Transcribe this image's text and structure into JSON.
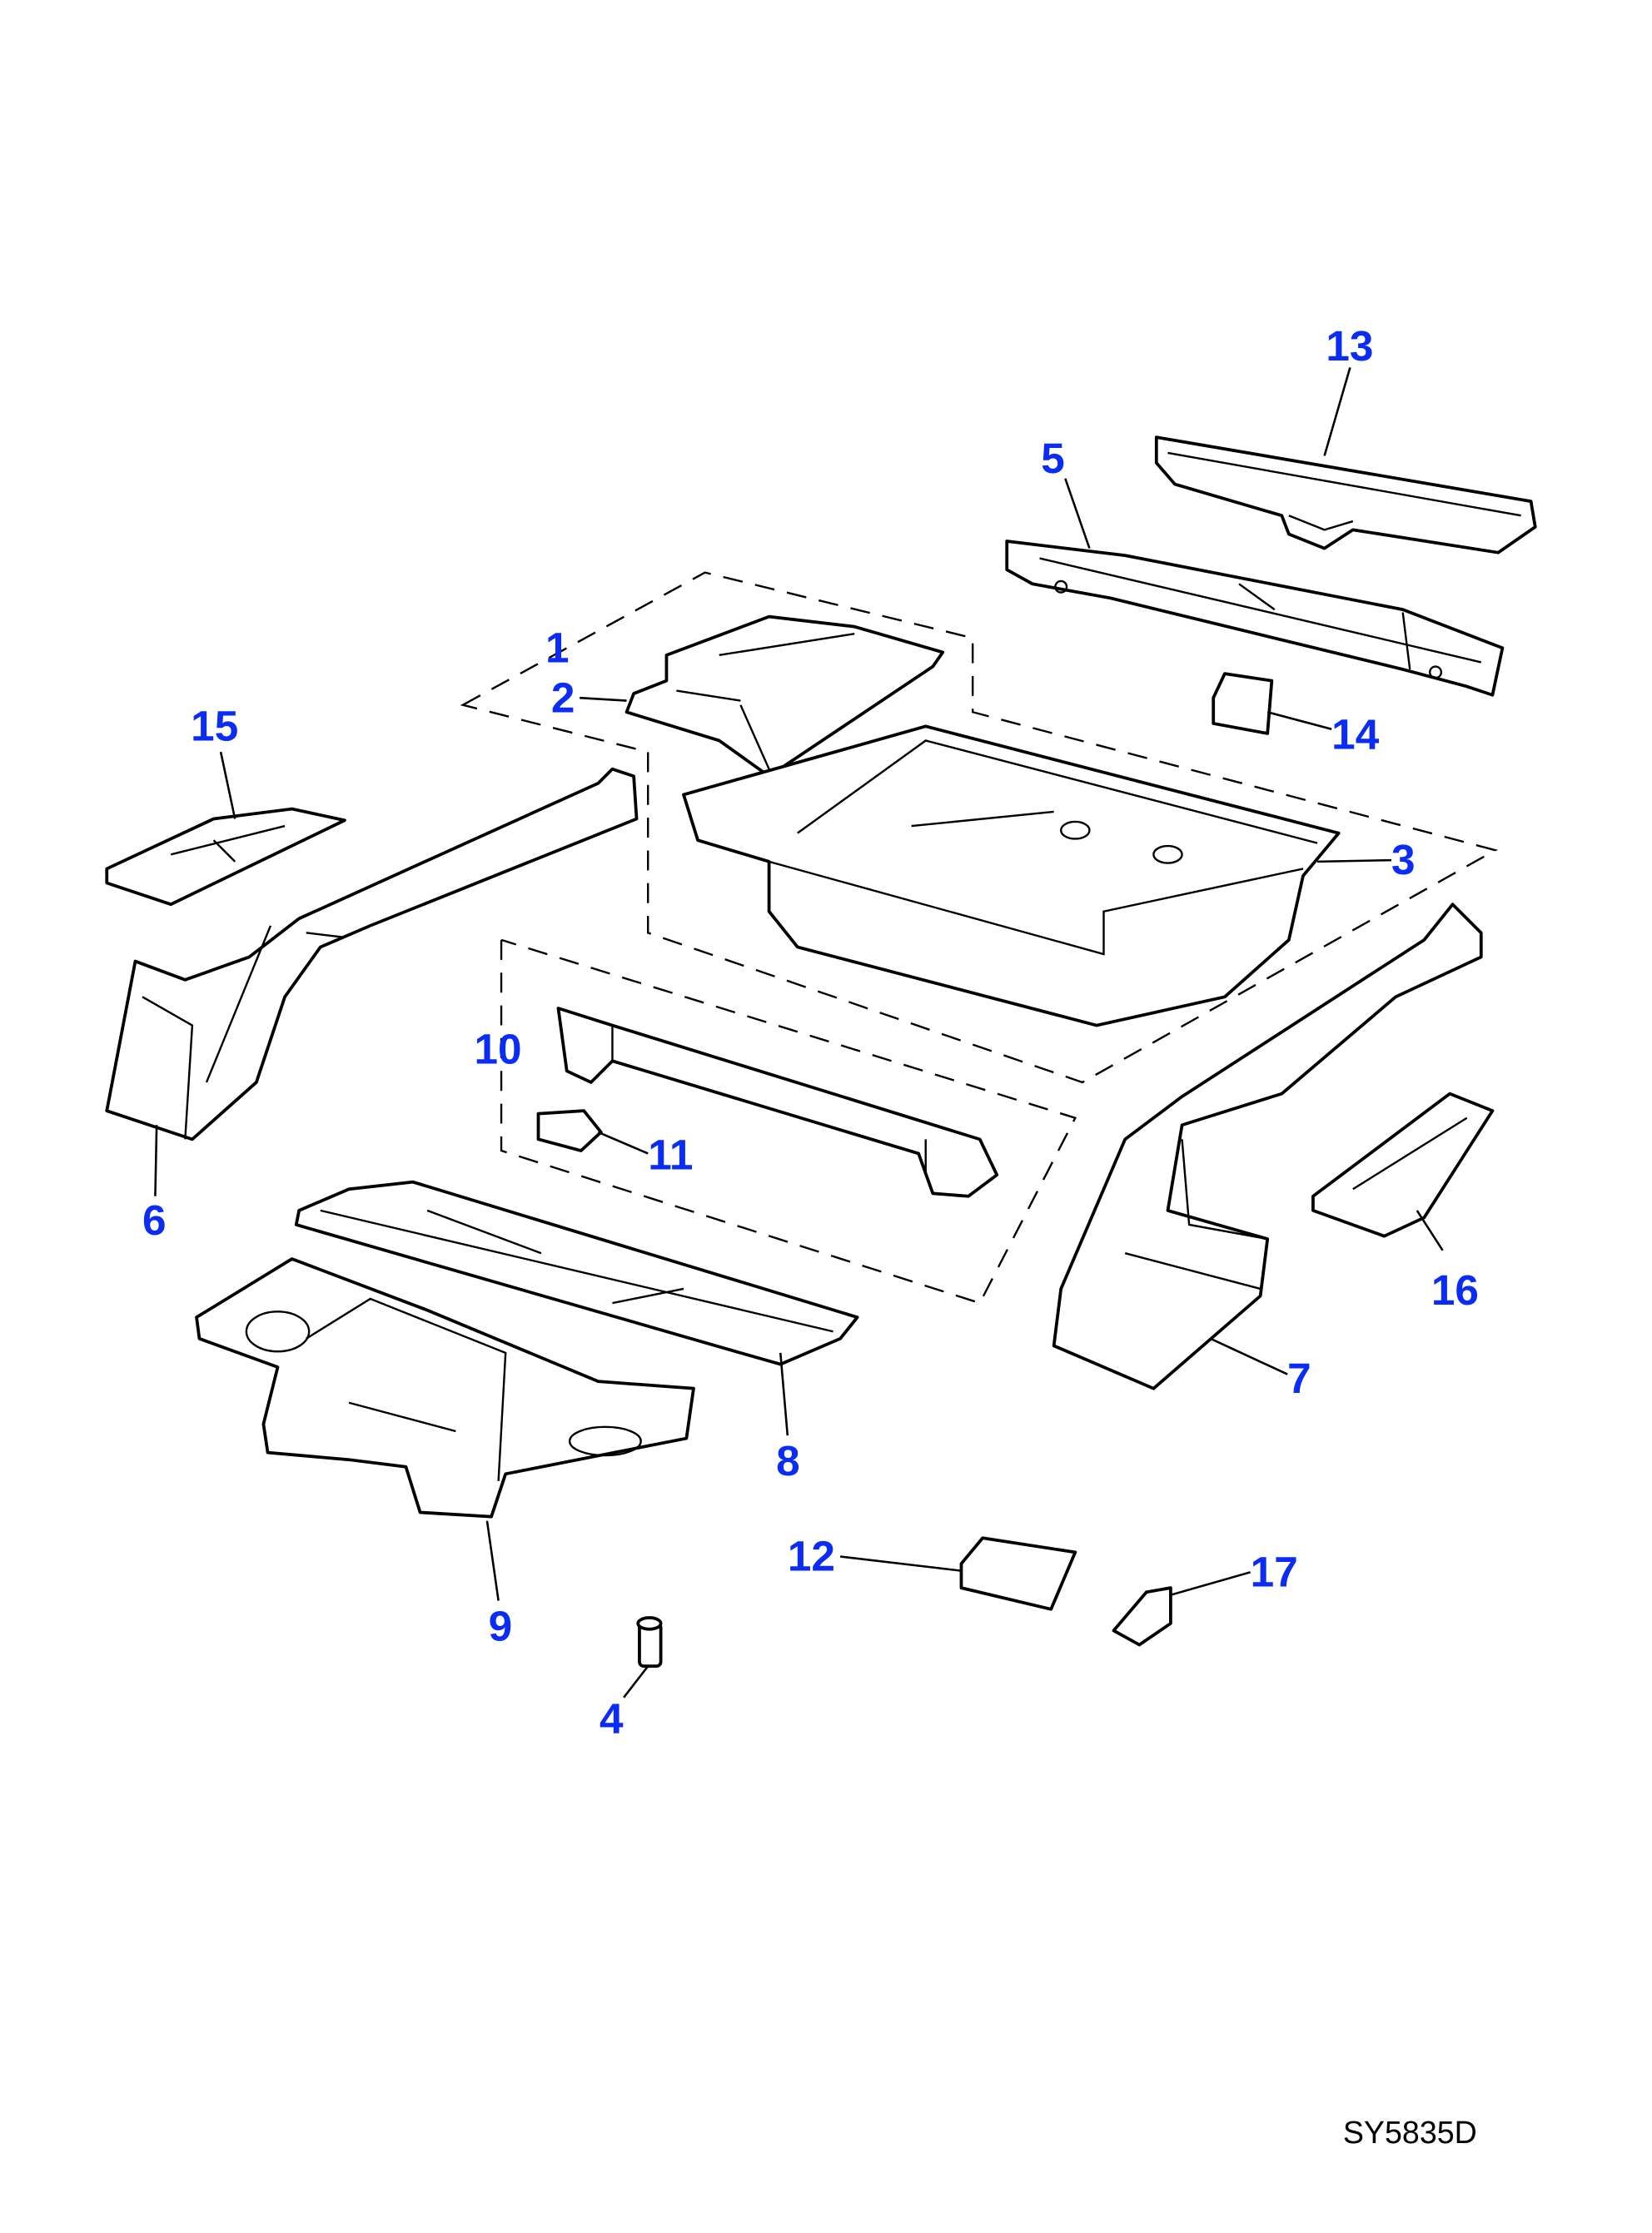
{
  "diagram": {
    "drawing_code": "SY5835D",
    "label_color": "#0a2cf5",
    "callouts": [
      "1",
      "2",
      "3",
      "4",
      "5",
      "6",
      "7",
      "8",
      "9",
      "10",
      "11",
      "12",
      "13",
      "14",
      "15",
      "16",
      "17"
    ]
  }
}
